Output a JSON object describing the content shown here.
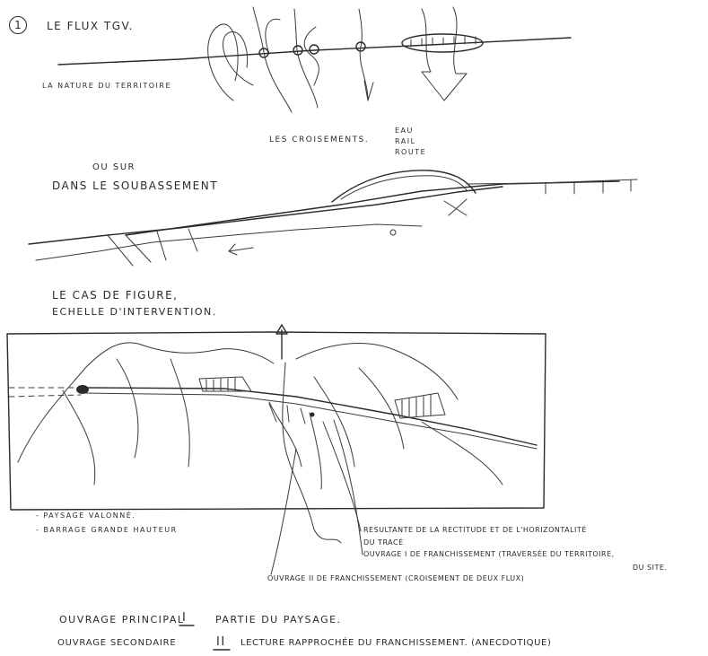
{
  "section1": {
    "number": "1",
    "title": "LE FLUX TGV.",
    "caption_left": "LA NATURE DU TERRITOIRE",
    "caption_crossings": "LES CROISEMENTS.",
    "crossing_types": [
      "EAU",
      "RAIL",
      "ROUTE"
    ]
  },
  "section2": {
    "annotation": "OU SUR",
    "title": "DANS LE SOUBASSEMENT"
  },
  "section3": {
    "title_line1": "LE CAS DE FIGURE,",
    "title_line2": "ECHELLE D'INTERVENTION."
  },
  "legend": {
    "items": [
      "- PAYSAGE VALONNÉ.",
      "- BARRAGE GRANDE HAUTEUR"
    ]
  },
  "callouts": {
    "line1": "RESULTANTE DE LA RECTITUDE ET DE L'HORIZONTALITÉ",
    "line2": "DU TRACÉ",
    "line3": "OUVRAGE I DE FRANCHISSEMENT (TRAVERSÉE DU TERRITOIRE,",
    "line4": "DU SITE.",
    "line5": "OUVRAGE II DE FRANCHISSEMENT (CROISEMENT DE DEUX FLUX)"
  },
  "footer": {
    "line1_label": "OUVRAGE PRINCIPAL",
    "line1_numeral": "I",
    "line1_text": "PARTIE DU PAYSAGE.",
    "line2_label": "OUVRAGE SECONDAIRE",
    "line2_numeral": "II",
    "line2_text": "LECTURE RAPPROCHÉE DU FRANCHISSEMENT. (ANECDOTIQUE)"
  }
}
